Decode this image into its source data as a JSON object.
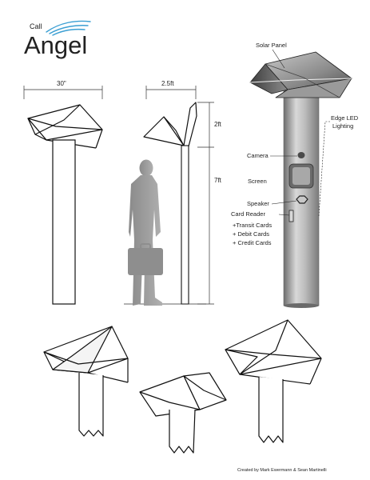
{
  "logo": {
    "small": "Call",
    "big": "Angel",
    "accent_color": "#3b9fd3",
    "wing_icon": "wing-icon"
  },
  "dimensions": {
    "width": "30\"",
    "depth": "2.5ft",
    "top_height": "2ft",
    "pole_height": "7ft"
  },
  "labels": {
    "solar_panel": "Solar Panel",
    "edge_led_1": "Edge LED",
    "edge_led_2": "Lighting",
    "camera": "Camera",
    "screen": "Screen",
    "speaker": "Speaker",
    "card_reader": "Card Reader",
    "transit": "+Transit Cards",
    "debit": "+ Debit Cards",
    "credit": "+ Credit Cards"
  },
  "credit": "Created by Mark Ewermann & Sean Martinelli"
}
